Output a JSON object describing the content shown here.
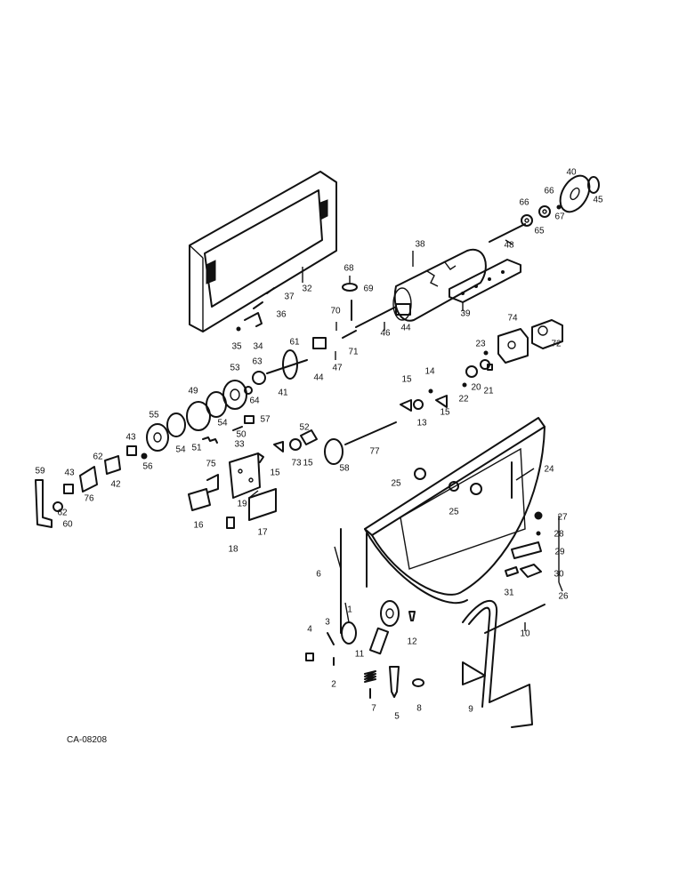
{
  "drawing_code": "CA-08208",
  "callouts": [
    "1",
    "2",
    "3",
    "4",
    "5",
    "6",
    "7",
    "8",
    "9",
    "10",
    "11",
    "12",
    "13",
    "14",
    "15",
    "16",
    "17",
    "18",
    "19",
    "20",
    "21",
    "22",
    "23",
    "24",
    "25",
    "26",
    "27",
    "28",
    "29",
    "30",
    "31",
    "32",
    "33",
    "34",
    "35",
    "36",
    "37",
    "38",
    "39",
    "40",
    "41",
    "42",
    "43",
    "44",
    "45",
    "46",
    "47",
    "48",
    "49",
    "50",
    "51",
    "52",
    "53",
    "54",
    "55",
    "56",
    "57",
    "58",
    "59",
    "60",
    "61",
    "62",
    "63",
    "64",
    "65",
    "66",
    "67",
    "68",
    "69",
    "70",
    "71",
    "72",
    "73",
    "74",
    "75",
    "76",
    "77"
  ]
}
